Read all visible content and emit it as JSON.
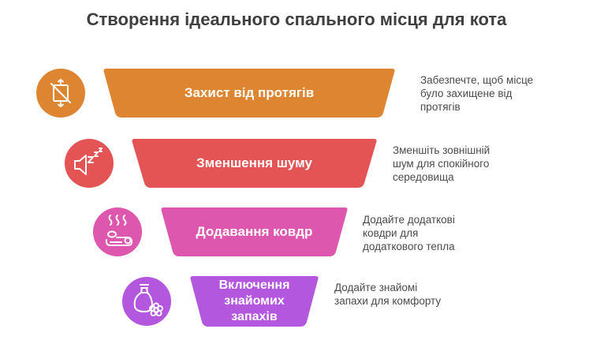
{
  "title": "Створення ідеального спального місця для кота",
  "colors": {
    "step1": "#DE8532",
    "step2": "#E55454",
    "step3": "#DC57AD",
    "step4": "#B357DE",
    "title_text": "#3f3f3f",
    "desc_text": "#4a4a4a"
  },
  "steps": [
    {
      "label": "Захист від протягів",
      "description_lines": [
        "Забезпечте, щоб місце",
        "було захищене від",
        "протягів"
      ],
      "icon": "no-draft-icon"
    },
    {
      "label": "Зменшення шуму",
      "description_lines": [
        "Зменшіть зовнішній",
        "шум для спокійного",
        "середовища"
      ],
      "icon": "quiet-speaker-icon"
    },
    {
      "label": "Додавання ковдр",
      "description_lines": [
        "Додайте додаткові",
        "ковдри для",
        "додаткового тепла"
      ],
      "icon": "warm-blanket-icon"
    },
    {
      "label_lines": [
        "Включення",
        "знайомих",
        "запахів"
      ],
      "description_lines": [
        "Додайте знайомі",
        "запахи для комфорту"
      ],
      "icon": "scent-bag-icon"
    }
  ]
}
